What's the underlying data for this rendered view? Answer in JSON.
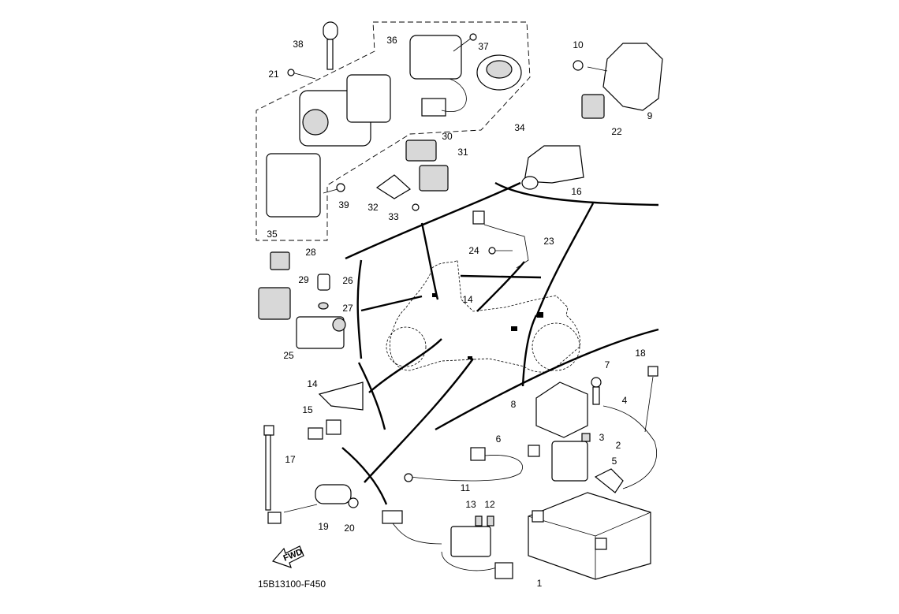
{
  "diagram": {
    "part_code": "15B13100-F450",
    "direction_label": "FWD",
    "callouts": [
      "38",
      "36",
      "37",
      "21",
      "10",
      "9",
      "22",
      "34",
      "30",
      "31",
      "16",
      "39",
      "32",
      "33",
      "35",
      "23",
      "24",
      "28",
      "29",
      "26",
      "27",
      "14",
      "25",
      "18",
      "7",
      "8",
      "4",
      "14",
      "15",
      "3",
      "2",
      "6",
      "5",
      "17",
      "11",
      "13",
      "12",
      "19",
      "20",
      "1"
    ]
  }
}
